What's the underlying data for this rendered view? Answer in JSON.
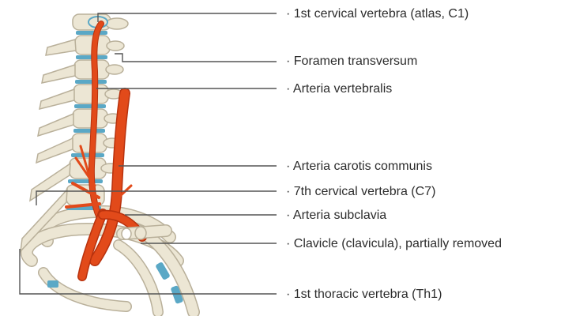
{
  "labels": [
    {
      "id": "c1",
      "text": "· 1st cervical vertebra (atlas, C1)"
    },
    {
      "id": "foramen",
      "text": "· Foramen transversum"
    },
    {
      "id": "vertebralis",
      "text": "· Arteria vertebralis"
    },
    {
      "id": "carotis",
      "text": "· Arteria carotis communis"
    },
    {
      "id": "c7",
      "text": "· 7th cervical vertebra (C7)"
    },
    {
      "id": "subclavia",
      "text": "· Arteria subclavia"
    },
    {
      "id": "clavicle",
      "text": "· Clavicle (clavicula), partially removed"
    },
    {
      "id": "th1",
      "text": "· 1st thoracic vertebra (Th1)"
    }
  ],
  "colors": {
    "bone": "#ece6d4",
    "bone_outline": "#b9b09a",
    "cartilage": "#5aa8c6",
    "artery": "#e24a1a",
    "artery_dark": "#b8320e",
    "leader_line": "#555555"
  }
}
